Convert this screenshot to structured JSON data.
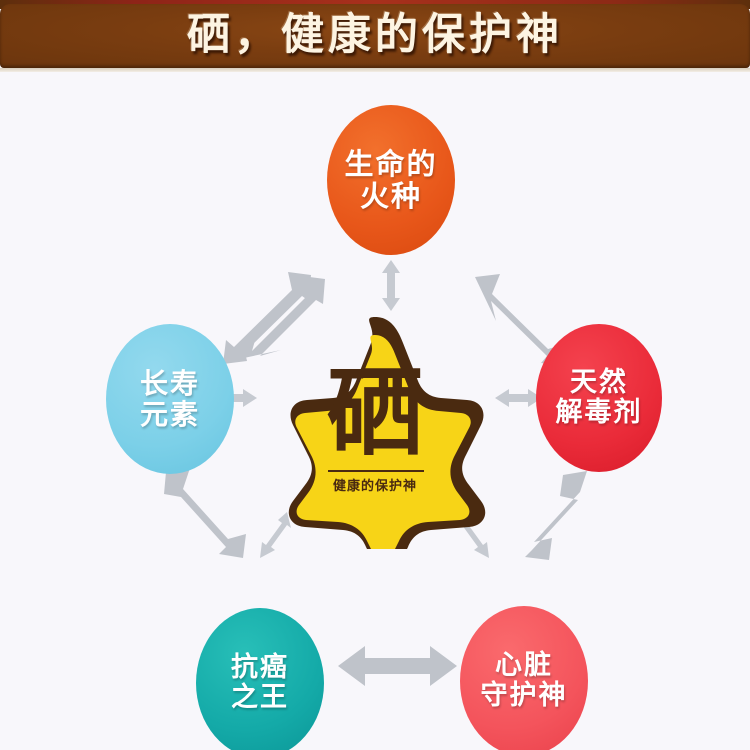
{
  "banner": {
    "title": "硒，健康的保护神",
    "bar_color": "#7a3d10",
    "text_color": "#fdf4e2"
  },
  "background_color": "#f8f7fb",
  "center": {
    "name": "selenium-star-logo",
    "character": "硒",
    "subtitle": "健康的保护神",
    "fill_color": "#f7d417",
    "outline_color": "#4a2a10"
  },
  "nodes": [
    {
      "id": "life-spark",
      "line1": "生命的",
      "line2": "火种",
      "color": "#e8571a",
      "position": "top"
    },
    {
      "id": "natural-detoxifier",
      "line1": "天然",
      "line2": "解毒剂",
      "color": "#ea2b39",
      "position": "right"
    },
    {
      "id": "heart-guardian",
      "line1": "心脏",
      "line2": "守护神",
      "color": "#f4545c",
      "position": "bottom-right"
    },
    {
      "id": "anticancer-king",
      "line1": "抗癌",
      "line2": "之王",
      "color": "#14aaa8",
      "position": "bottom-left"
    },
    {
      "id": "longevity-element",
      "line1": "长寿",
      "line2": "元素",
      "color": "#7cd0e8",
      "position": "left"
    }
  ],
  "arrows": {
    "color": "#bfc3ca",
    "style": "double-headed",
    "ring_count": 5,
    "spoke_count": 5
  }
}
